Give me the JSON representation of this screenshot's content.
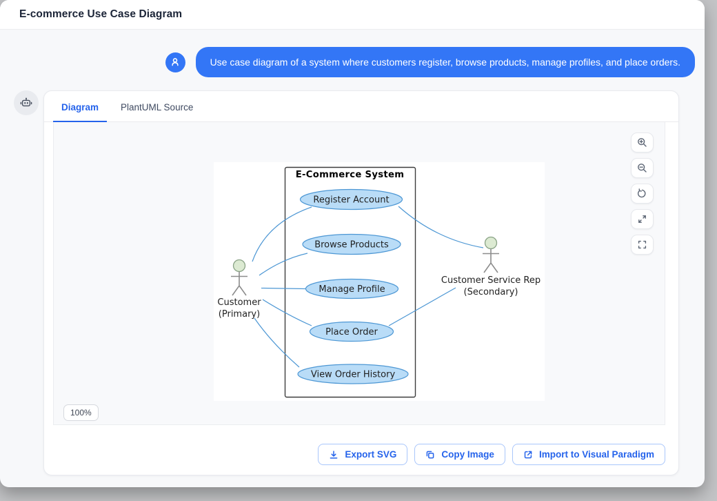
{
  "header": {
    "title": "E-commerce Use Case Diagram"
  },
  "chat": {
    "user_message": "Use case diagram of a system where customers register, browse products, manage profiles, and place orders."
  },
  "panel": {
    "tabs": [
      {
        "label": "Diagram",
        "active": true
      },
      {
        "label": "PlantUML Source",
        "active": false
      }
    ],
    "zoom_controls": [
      "zoom-in",
      "zoom-out",
      "reset-view",
      "fit-to-screen",
      "fullscreen"
    ],
    "zoom_badge": "100%",
    "actions": [
      {
        "label": "Export SVG",
        "icon": "download-icon"
      },
      {
        "label": "Copy Image",
        "icon": "copy-icon"
      },
      {
        "label": "Import to Visual Paradigm",
        "icon": "external-link-icon"
      }
    ]
  },
  "diagram": {
    "system_title": "E-Commerce System",
    "use_cases": [
      "Register Account",
      "Browse Products",
      "Manage Profile",
      "Place Order",
      "View Order History"
    ],
    "actors": [
      {
        "name": "Customer",
        "role": "(Primary)"
      },
      {
        "name": "Customer Service Rep",
        "role": "(Secondary)"
      }
    ],
    "colors": {
      "usecase_fill": "#b9dcf7",
      "usecase_stroke": "#4d97d4",
      "association": "#4d97d4",
      "actor_head_fill": "#dcead2",
      "boundary_stroke": "#3c3c3c",
      "accent_blue": "#2563eb",
      "bubble_blue": "#3376f6"
    }
  }
}
